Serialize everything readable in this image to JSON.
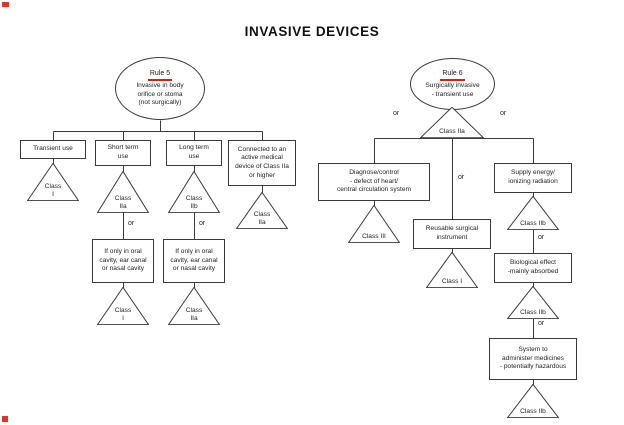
{
  "title": "INVASIVE DEVICES",
  "labels": {
    "or": "or"
  },
  "colors": {
    "accent_red": "#c9241c",
    "line": "#3a3a3a"
  },
  "rule5": {
    "rule_label": "Rule 5",
    "description": "Invasive in body\norifice or stoma\n(not surgically)",
    "transient": {
      "label": "Transient use",
      "class": "Class\nI"
    },
    "short_term": {
      "label": "Short term\nuse",
      "class": "Class\nIIa",
      "alternative": "If only in oral\ncavity, ear canal\nor nasal cavity",
      "alternative_class": "Class\nI"
    },
    "long_term": {
      "label": "Long term\nuse",
      "class": "Class\nIIb",
      "alternative": "If only in oral\ncavity, ear canal\nor nasal cavity",
      "alternative_class": "Class\nIIa"
    },
    "connected": {
      "label": "Connected to an\nactive medical\ndevice of Class IIa\nor higher",
      "class": "Class\nIIa"
    }
  },
  "rule6": {
    "rule_label": "Rule 6",
    "description": "Surgically invasive\n- transient use",
    "base_class": "Class IIa",
    "diagnose": {
      "label": "Diagnose/control\n- defect of heart/\ncentral circulation system",
      "class": "Class III"
    },
    "reusable": {
      "label": "Reusable surgical\ninstrument",
      "class": "Class I"
    },
    "energy": {
      "label": "Supply energy/\nionizing radiation",
      "class": "Class IIb"
    },
    "biological": {
      "label": "Biological effect\n-mainly absorbed",
      "class": "Class IIb"
    },
    "medicines": {
      "label": "System to\nadminister medicines\n- potentially hazardous",
      "class": "Class IIb"
    }
  }
}
